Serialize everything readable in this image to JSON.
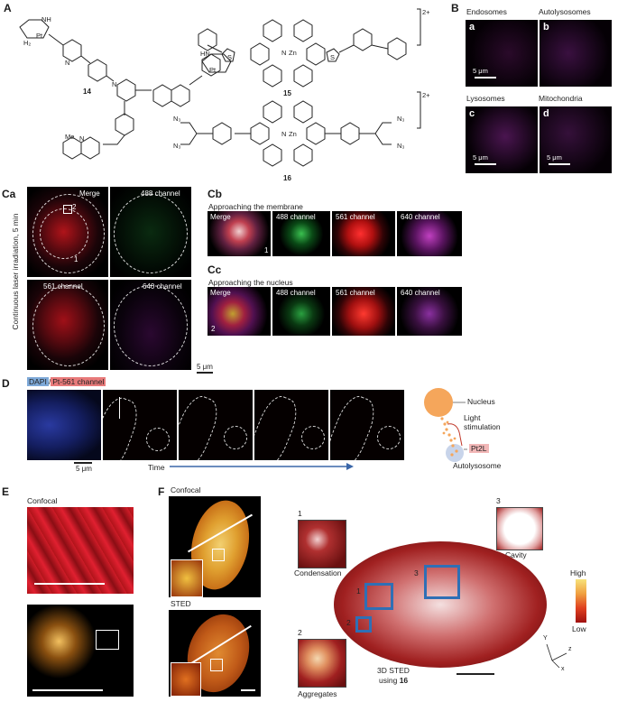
{
  "panels": {
    "A": "A",
    "B": "B",
    "Ca": "Ca",
    "Cb": "Cb",
    "Cc": "Cc",
    "D": "D",
    "E": "E",
    "F": "F"
  },
  "panelA": {
    "compounds": [
      "14",
      "15",
      "16"
    ],
    "charge": "2+",
    "atoms": {
      "NH": "NH",
      "HN": "HN",
      "N": "N",
      "H2": "H₂",
      "Pt": "Pt",
      "Zn": "Zn",
      "S": "S",
      "Me": "Me",
      "N3": "N₃"
    }
  },
  "panelB": {
    "labels": [
      "Endosomes",
      "Autolysosomes",
      "Lysosomes",
      "Mitochondria"
    ],
    "letters": [
      "a",
      "b",
      "c",
      "d"
    ],
    "scalebar": "5 μm"
  },
  "panelCa": {
    "side": "Continuous laser irradiation, 5 min",
    "channels": [
      "Merge",
      "488 channel",
      "561 channel",
      "640 channel"
    ],
    "marks": [
      "2",
      "1"
    ],
    "scalebar": "5 μm"
  },
  "panelCb": {
    "title": "Approaching the membrane",
    "channels": [
      "Merge",
      "488 channel",
      "561 channel",
      "640 channel"
    ],
    "num": "1"
  },
  "panelCc": {
    "title": "Approaching the nucleus",
    "channels": [
      "Merge",
      "488 channel",
      "561 channel",
      "640 channel"
    ],
    "num": "2"
  },
  "panelD": {
    "legend_dapi": "DAPI",
    "legend_sep": "/",
    "legend_pt": "Pt-561 channel",
    "scalebar": "5 μm",
    "time": "Time",
    "schematic": {
      "nucleus": "Nucleus",
      "light": "Light\nstimulation",
      "pt2l": "Pt2L",
      "autolysosome": "Autolysosome"
    }
  },
  "panelE": {
    "label": "Confocal"
  },
  "panelF": {
    "confocal": "Confocal",
    "sted": "STED",
    "insets": {
      "n1": "1",
      "n2": "2",
      "n3": "3",
      "condensation": "Condensation",
      "aggregates": "Aggregates",
      "cavity": "Cavity"
    },
    "colorbar": {
      "high": "High",
      "low": "Low"
    },
    "sted3d": "3D STED",
    "using": "using ",
    "compound": "16",
    "axes": {
      "y": "Y",
      "z": "z",
      "x": "x"
    }
  },
  "colors": {
    "legend_dapi_bg": "#7ea9d8",
    "legend_pt_bg": "#e87a7a",
    "nucleus": "#f5a65b",
    "blue_box": "#2f6fb5",
    "time_arrow": "#3a66a8"
  }
}
